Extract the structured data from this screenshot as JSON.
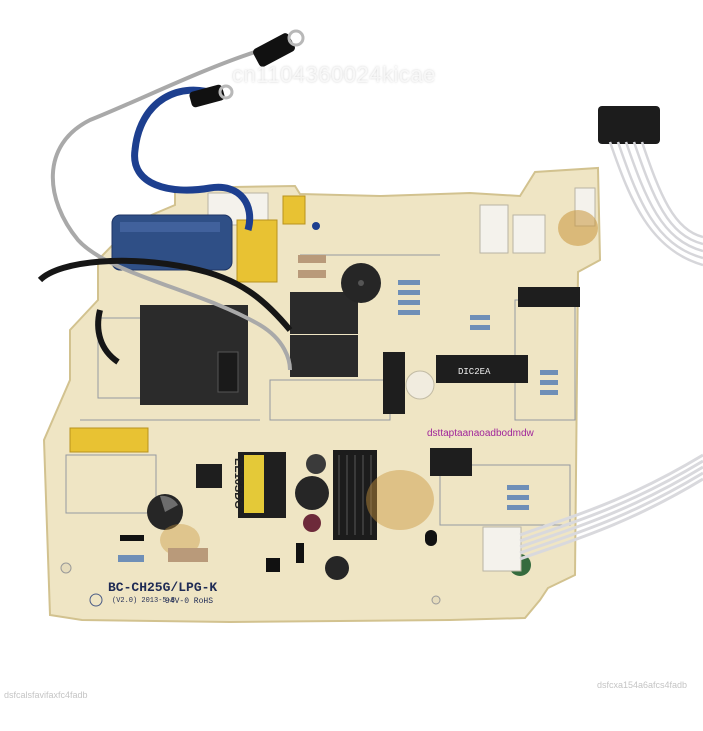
{
  "image": {
    "watermark_text": "cn1104360024kicae",
    "board_model_text": "BC-CH25G/LPG-K",
    "board_revision_text": "(V2.0) 2013-5-8",
    "board_cert_text": "94V-0 RoHS",
    "chip_text": "DIC2EA",
    "transformer_text": "EE16SDG",
    "magenta_label_text": "dsttaptaanaoadbodmdw",
    "footer_left_text": "dsfcalsfavifaxfc4fadb",
    "footer_right_text": "dsfcxa154a6afcs4fadb"
  },
  "colors": {
    "board": "#efe5c4",
    "board_shadow": "#d8c99b",
    "relay": "#2b2b2b",
    "capacitor_blue": "#2f4f86",
    "wire_blue": "#1d3f8f",
    "wire_black": "#161616",
    "wire_grey": "#a9a9a9",
    "ribbon": "#d9d9dd",
    "yellow_cap": "#e8c233",
    "flux": "#c9953c"
  }
}
